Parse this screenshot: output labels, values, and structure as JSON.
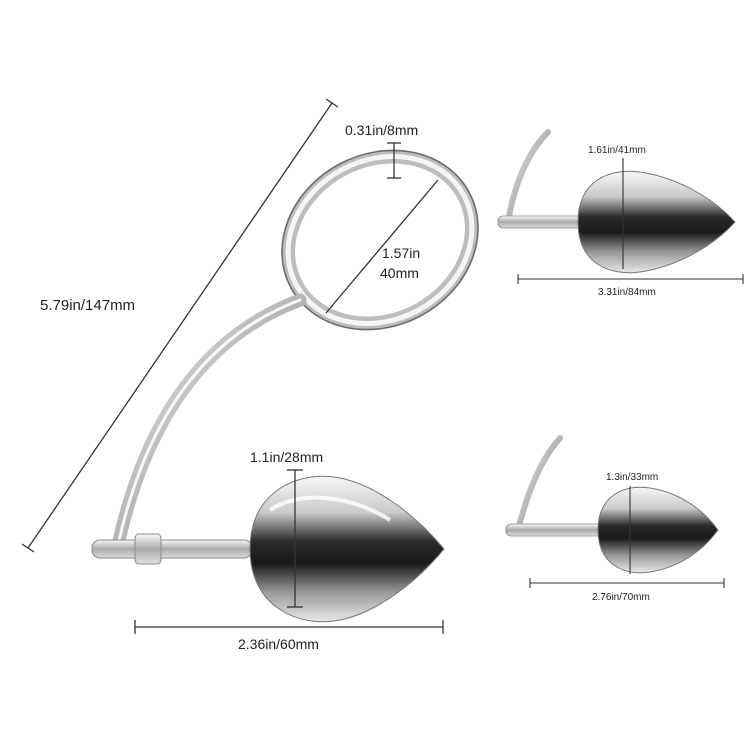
{
  "colors": {
    "metal_light": "#f4f4f4",
    "metal_mid": "#9c9c9c",
    "metal_dark": "#1c1c1c",
    "dimension_line": "#333333",
    "background": "#ffffff"
  },
  "large_product": {
    "total_length_label": "5.79in/147mm",
    "ring_thickness_label": "0.31in/8mm",
    "ring_inner_diameter_label_line1": "1.57in",
    "ring_inner_diameter_label_line2": "40mm",
    "plug_diameter_label": "1.1in/28mm",
    "plug_length_label": "2.36in/60mm"
  },
  "variant_large": {
    "plug_diameter_label": "1.61in/41mm",
    "plug_length_label": "3.31in/84mm"
  },
  "variant_medium": {
    "plug_diameter_label": "1.3in/33mm",
    "plug_length_label": "2.76in/70mm"
  }
}
